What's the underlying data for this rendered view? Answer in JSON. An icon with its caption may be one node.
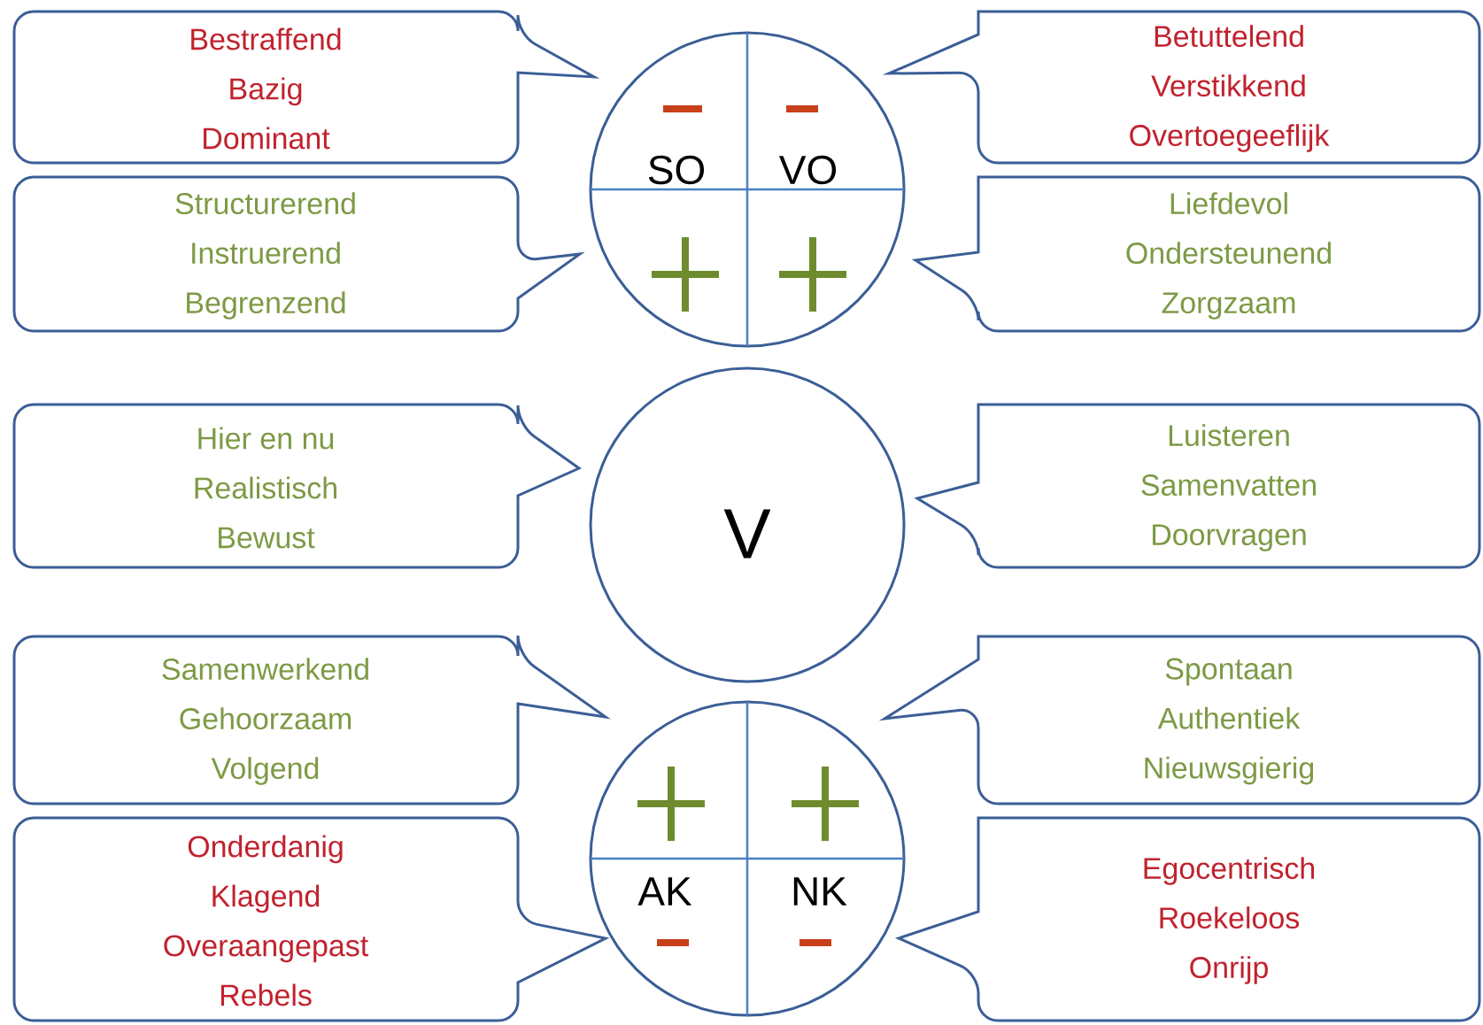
{
  "diagram": {
    "nodes": [
      {
        "text": [
          "Bestraffend",
          "Bazig",
          "Dominant"
        ]
      },
      {
        "text": [
          "SO",
          "VO"
        ]
      },
      {
        "text": [
          "Betuttelend",
          "Verstikkend",
          "Overtoegeeflijk"
        ]
      },
      {
        "text": [
          "Structurerend",
          "Instruerend",
          "Begrenzend"
        ]
      },
      {
        "text": [
          "Liefdevol",
          "Ondersteunend",
          "Zorgzaam"
        ]
      },
      {
        "text": [
          "Hier en nu",
          "Realistisch",
          "Bewust"
        ]
      },
      {
        "text": [
          "V"
        ]
      },
      {
        "text": [
          "Luisteren",
          "Samenvatten",
          "Doorvragen"
        ]
      },
      {
        "text": [
          "Samenwerkend",
          "Gehoorzaam",
          "Volgend"
        ]
      },
      {
        "text": [
          "AK",
          "NK"
        ]
      },
      {
        "text": [
          "Spontaan",
          "Authentiek",
          "Nieuwsgierig"
        ]
      },
      {
        "text": [
          "Onderdanig",
          "Klagend",
          "Overaangepast",
          "Rebels"
        ]
      },
      {
        "text": [
          "Egocentrisch",
          "Roekeloos",
          "Onrijp"
        ]
      }
    ]
  }
}
